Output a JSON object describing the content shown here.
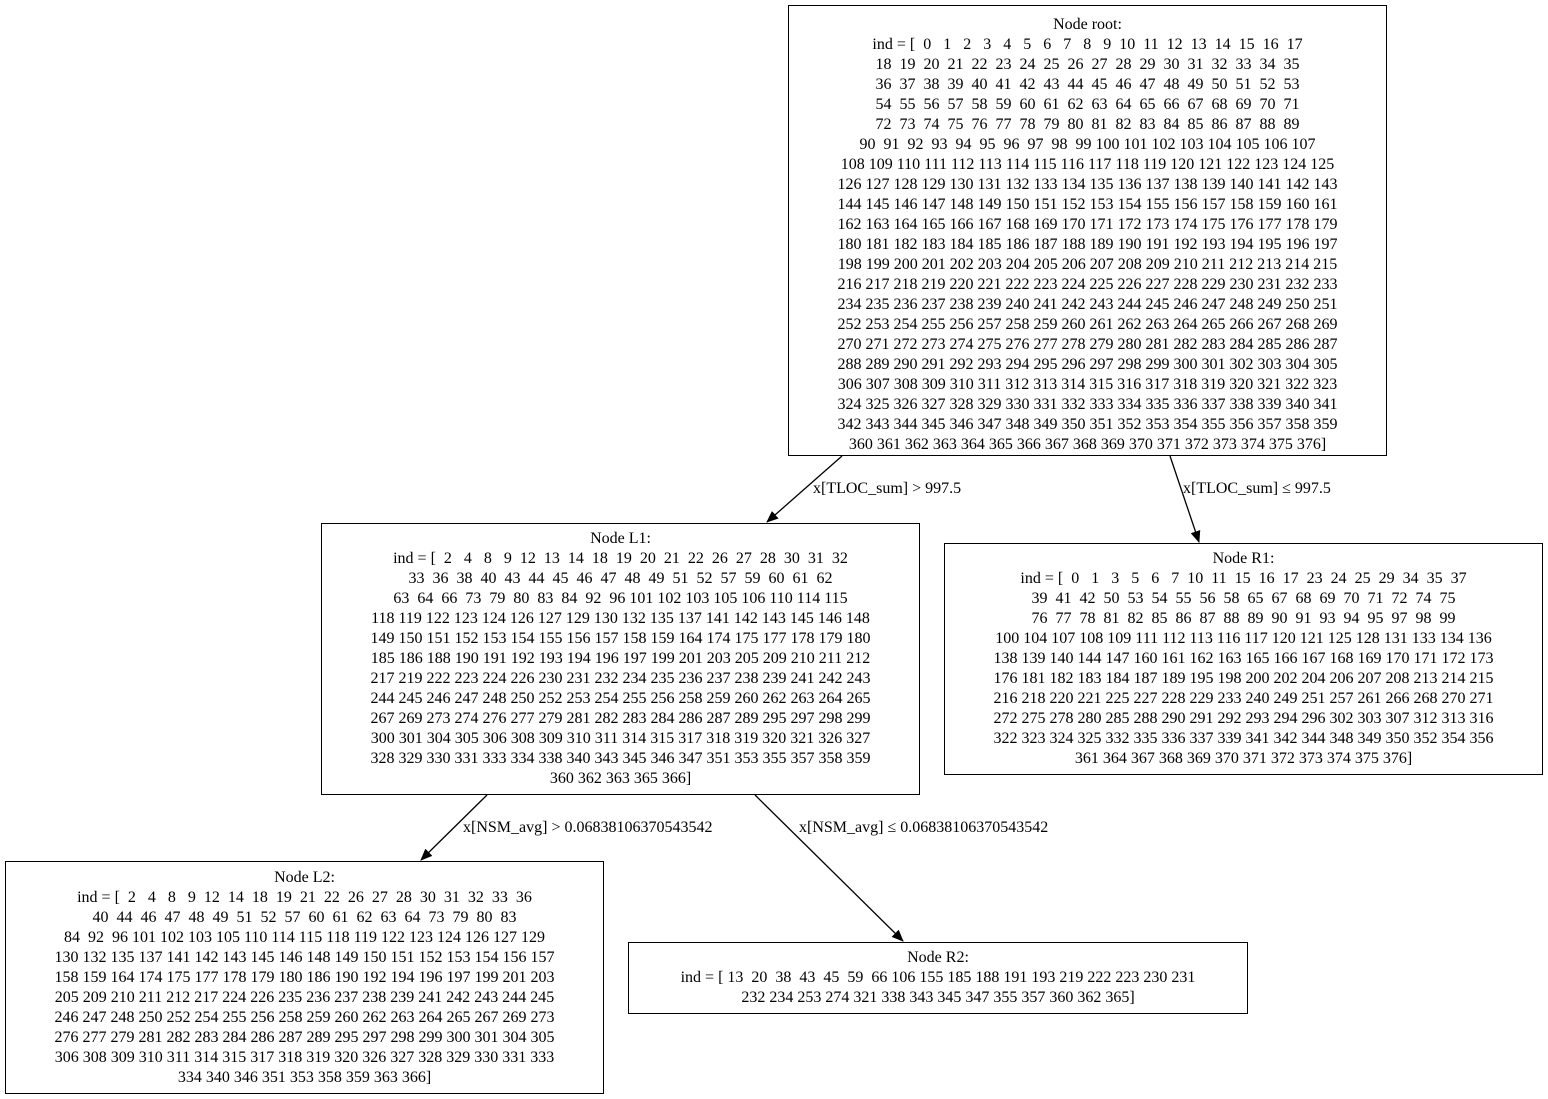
{
  "nodes": {
    "root": {
      "title": "Node root:",
      "lines": [
        "ind = [  0   1   2   3   4   5   6   7   8   9  10  11  12  13  14  15  16  17",
        "18  19  20  21  22  23  24  25  26  27  28  29  30  31  32  33  34  35",
        "36  37  38  39  40  41  42  43  44  45  46  47  48  49  50  51  52  53",
        "54  55  56  57  58  59  60  61  62  63  64  65  66  67  68  69  70  71",
        "72  73  74  75  76  77  78  79  80  81  82  83  84  85  86  87  88  89",
        "90  91  92  93  94  95  96  97  98  99 100 101 102 103 104 105 106 107",
        "108 109 110 111 112 113 114 115 116 117 118 119 120 121 122 123 124 125",
        "126 127 128 129 130 131 132 133 134 135 136 137 138 139 140 141 142 143",
        "144 145 146 147 148 149 150 151 152 153 154 155 156 157 158 159 160 161",
        "162 163 164 165 166 167 168 169 170 171 172 173 174 175 176 177 178 179",
        "180 181 182 183 184 185 186 187 188 189 190 191 192 193 194 195 196 197",
        "198 199 200 201 202 203 204 205 206 207 208 209 210 211 212 213 214 215",
        "216 217 218 219 220 221 222 223 224 225 226 227 228 229 230 231 232 233",
        "234 235 236 237 238 239 240 241 242 243 244 245 246 247 248 249 250 251",
        "252 253 254 255 256 257 258 259 260 261 262 263 264 265 266 267 268 269",
        "270 271 272 273 274 275 276 277 278 279 280 281 282 283 284 285 286 287",
        "288 289 290 291 292 293 294 295 296 297 298 299 300 301 302 303 304 305",
        "306 307 308 309 310 311 312 313 314 315 316 317 318 319 320 321 322 323",
        "324 325 326 327 328 329 330 331 332 333 334 335 336 337 338 339 340 341",
        "342 343 344 345 346 347 348 349 350 351 352 353 354 355 356 357 358 359",
        "360 361 362 363 364 365 366 367 368 369 370 371 372 373 374 375 376]"
      ]
    },
    "L1": {
      "title": "Node L1:",
      "lines": [
        "ind = [  2   4   8   9  12  13  14  18  19  20  21  22  26  27  28  30  31  32",
        "33  36  38  40  43  44  45  46  47  48  49  51  52  57  59  60  61  62",
        "63  64  66  73  79  80  83  84  92  96 101 102 103 105 106 110 114 115",
        "118 119 122 123 124 126 127 129 130 132 135 137 141 142 143 145 146 148",
        "149 150 151 152 153 154 155 156 157 158 159 164 174 175 177 178 179 180",
        "185 186 188 190 191 192 193 194 196 197 199 201 203 205 209 210 211 212",
        "217 219 222 223 224 226 230 231 232 234 235 236 237 238 239 241 242 243",
        "244 245 246 247 248 250 252 253 254 255 256 258 259 260 262 263 264 265",
        "267 269 273 274 276 277 279 281 282 283 284 286 287 289 295 297 298 299",
        "300 301 304 305 306 308 309 310 311 314 315 317 318 319 320 321 326 327",
        "328 329 330 331 333 334 338 340 343 345 346 347 351 353 355 357 358 359",
        "360 362 363 365 366]"
      ]
    },
    "R1": {
      "title": "Node R1:",
      "lines": [
        "ind = [  0   1   3   5   6   7  10  11  15  16  17  23  24  25  29  34  35  37",
        "39  41  42  50  53  54  55  56  58  65  67  68  69  70  71  72  74  75",
        "76  77  78  81  82  85  86  87  88  89  90  91  93  94  95  97  98  99",
        "100 104 107 108 109 111 112 113 116 117 120 121 125 128 131 133 134 136",
        "138 139 140 144 147 160 161 162 163 165 166 167 168 169 170 171 172 173",
        "176 181 182 183 184 187 189 195 198 200 202 204 206 207 208 213 214 215",
        "216 218 220 221 225 227 228 229 233 240 249 251 257 261 266 268 270 271",
        "272 275 278 280 285 288 290 291 292 293 294 296 302 303 307 312 313 316",
        "322 323 324 325 332 335 336 337 339 341 342 344 348 349 350 352 354 356",
        "361 364 367 368 369 370 371 372 373 374 375 376]"
      ]
    },
    "L2": {
      "title": "Node L2:",
      "lines": [
        "ind = [  2   4   8   9  12  14  18  19  21  22  26  27  28  30  31  32  33  36",
        "40  44  46  47  48  49  51  52  57  60  61  62  63  64  73  79  80  83",
        "84  92  96 101 102 103 105 110 114 115 118 119 122 123 124 126 127 129",
        "130 132 135 137 141 142 143 145 146 148 149 150 151 152 153 154 156 157",
        "158 159 164 174 175 177 178 179 180 186 190 192 194 196 197 199 201 203",
        "205 209 210 211 212 217 224 226 235 236 237 238 239 241 242 243 244 245",
        "246 247 248 250 252 254 255 256 258 259 260 262 263 264 265 267 269 273",
        "276 277 279 281 282 283 284 286 287 289 295 297 298 299 300 301 304 305",
        "306 308 309 310 311 314 315 317 318 319 320 326 327 328 329 330 331 333",
        "334 340 346 351 353 358 359 363 366]"
      ]
    },
    "R2": {
      "title": "Node R2:",
      "lines": [
        "ind = [ 13  20  38  43  45  59  66 106 155 185 188 191 193 219 222 223 230 231",
        "232 234 253 274 321 338 343 345 347 355 357 360 362 365]"
      ]
    }
  },
  "edges": [
    {
      "from": "root",
      "to": "L1",
      "label": "x[TLOC_sum] > 997.5"
    },
    {
      "from": "root",
      "to": "R1",
      "label": "x[TLOC_sum] ≤ 997.5"
    },
    {
      "from": "L1",
      "to": "L2",
      "label": "x[NSM_avg] > 0.06838106370543542"
    },
    {
      "from": "L1",
      "to": "R2",
      "label": "x[NSM_avg] ≤ 0.06838106370543542"
    }
  ]
}
